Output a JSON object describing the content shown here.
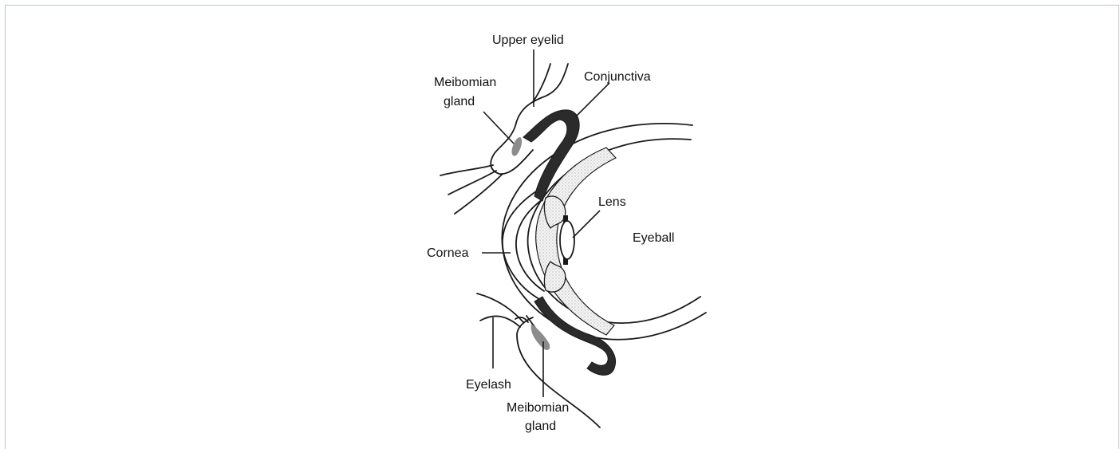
{
  "labels": {
    "upper_eyelid": "Upper eyelid",
    "meibomian_upper_1": "Meibomian",
    "meibomian_upper_2": "gland",
    "conjunctiva": "Conjunctiva",
    "lens": "Lens",
    "eyeball": "Eyeball",
    "cornea": "Cornea",
    "eyelash": "Eyelash",
    "meibomian_lower_1": "Meibomian",
    "meibomian_lower_2": "gland"
  },
  "colors": {
    "line": "#1a1a1a",
    "conjunctiva_fill": "#2b2b2b",
    "gland_fill": "#8c8c8c",
    "stipple_fill": "#e6e6e6",
    "frame_border": "#b9c2ca"
  }
}
